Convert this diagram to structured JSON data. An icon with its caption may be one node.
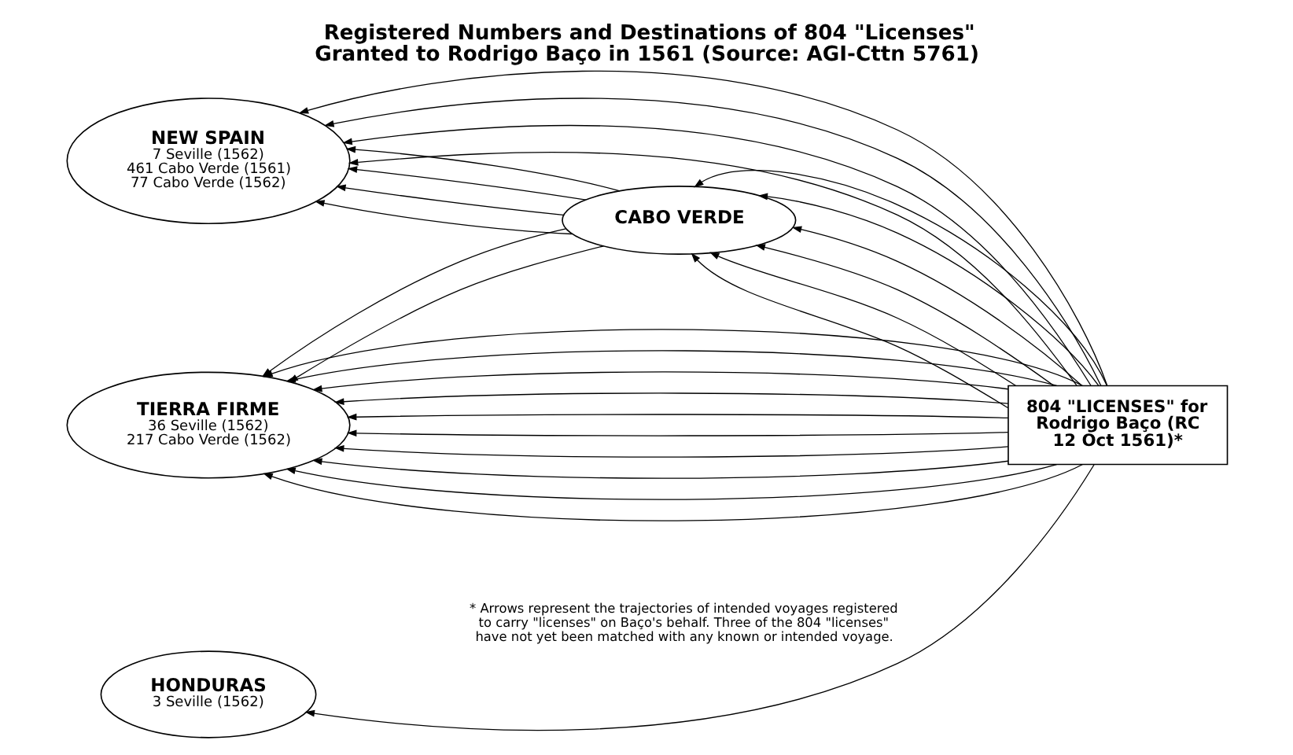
{
  "diagram": {
    "title": "Registered Numbers and Destinations of 804 \"Licenses\" Granted to Rodrigo Baço in 1561 (Source: AGI-Cttn 5761)",
    "nodes": [
      {
        "text": [
          "NEW SPAIN",
          "7 Seville (1562)",
          "461 Cabo Verde (1561)",
          "77 Cabo Verde (1562)"
        ]
      },
      {
        "text": [
          "HONDURAS",
          "3 Seville (1562)"
        ]
      },
      {
        "text": [
          "TIERRA FIRME",
          "36 Seville (1562)",
          "217 Cabo Verde (1562)"
        ]
      },
      {
        "text": [
          "CABO VERDE"
        ]
      },
      {
        "text": [
          "804 \"LICENSES\" for Rodrigo Baço (RC 12 Oct 1561)*"
        ]
      }
    ],
    "edges": [
      {
        "from": 4,
        "to": 0,
        "arrow": "to"
      },
      {
        "from": 4,
        "to": 0,
        "arrow": "to"
      },
      {
        "from": 4,
        "to": 0,
        "arrow": "to"
      },
      {
        "from": 4,
        "to": 0,
        "arrow": "to"
      },
      {
        "from": 4,
        "to": 1,
        "arrow": "to"
      },
      {
        "from": 4,
        "to": 2,
        "arrow": "to"
      },
      {
        "from": 4,
        "to": 2,
        "arrow": "to"
      },
      {
        "from": 4,
        "to": 2,
        "arrow": "to"
      },
      {
        "from": 4,
        "to": 2,
        "arrow": "to"
      },
      {
        "from": 4,
        "to": 2,
        "arrow": "to"
      },
      {
        "from": 4,
        "to": 2,
        "arrow": "to"
      },
      {
        "from": 4,
        "to": 2,
        "arrow": "to"
      },
      {
        "from": 4,
        "to": 2,
        "arrow": "to"
      },
      {
        "from": 4,
        "to": 2,
        "arrow": "to"
      },
      {
        "from": 4,
        "to": 2,
        "arrow": "to"
      },
      {
        "from": 4,
        "to": 3,
        "arrow": "to"
      },
      {
        "from": 4,
        "to": 3,
        "arrow": "to"
      },
      {
        "from": 4,
        "to": 3,
        "arrow": "to"
      },
      {
        "from": 4,
        "to": 3,
        "arrow": "to"
      },
      {
        "from": 4,
        "to": 3,
        "arrow": "to"
      },
      {
        "from": 4,
        "to": 3,
        "arrow": "to"
      },
      {
        "from": 3,
        "to": 0,
        "arrow": "to"
      },
      {
        "from": 3,
        "to": 0,
        "arrow": "to"
      },
      {
        "from": 3,
        "to": 0,
        "arrow": "to"
      },
      {
        "from": 3,
        "to": 0,
        "arrow": "to"
      },
      {
        "from": 3,
        "to": 2,
        "arrow": "to"
      },
      {
        "from": 3,
        "to": 2,
        "arrow": "to"
      }
    ],
    "labels": [
      "* Arrows represent the trajectories of intended voyages registered to carry \"licenses\" on Baço's behalf. Three of the 804 \"licenses\" have not yet been matched with any known or intended voyage."
    ]
  }
}
